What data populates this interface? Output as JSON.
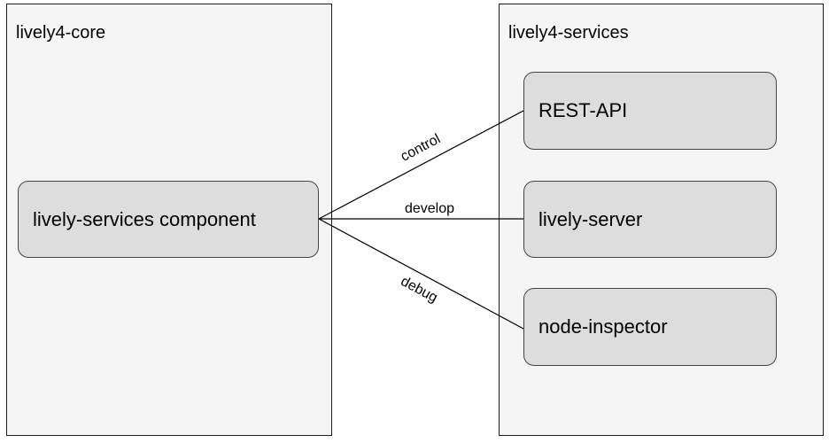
{
  "diagram": {
    "containers": [
      {
        "id": "core",
        "title": "lively4-core"
      },
      {
        "id": "services",
        "title": "lively4-services"
      }
    ],
    "nodes": [
      {
        "id": "component",
        "label": "lively-services component"
      },
      {
        "id": "rest_api",
        "label": "REST-API"
      },
      {
        "id": "lively_server",
        "label": "lively-server"
      },
      {
        "id": "node_inspector",
        "label": "node-inspector"
      }
    ],
    "edges": [
      {
        "from": "component",
        "to": "rest_api",
        "label": "control"
      },
      {
        "from": "component",
        "to": "lively_server",
        "label": "develop"
      },
      {
        "from": "component",
        "to": "node_inspector",
        "label": "debug"
      }
    ]
  }
}
